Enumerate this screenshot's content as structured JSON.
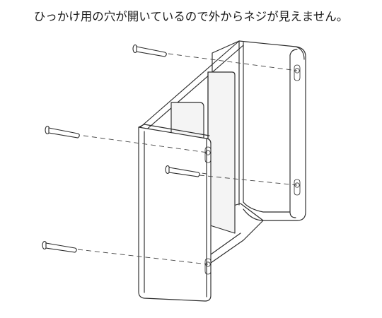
{
  "caption": "ひっかけ用の穴が開いているので外からネジが見えません。",
  "illustration": {
    "screws": [
      "screw",
      "screw",
      "screw",
      "screw"
    ],
    "parts": [
      "back-plate",
      "front-panel",
      "divider",
      "keyhole-slot"
    ]
  }
}
